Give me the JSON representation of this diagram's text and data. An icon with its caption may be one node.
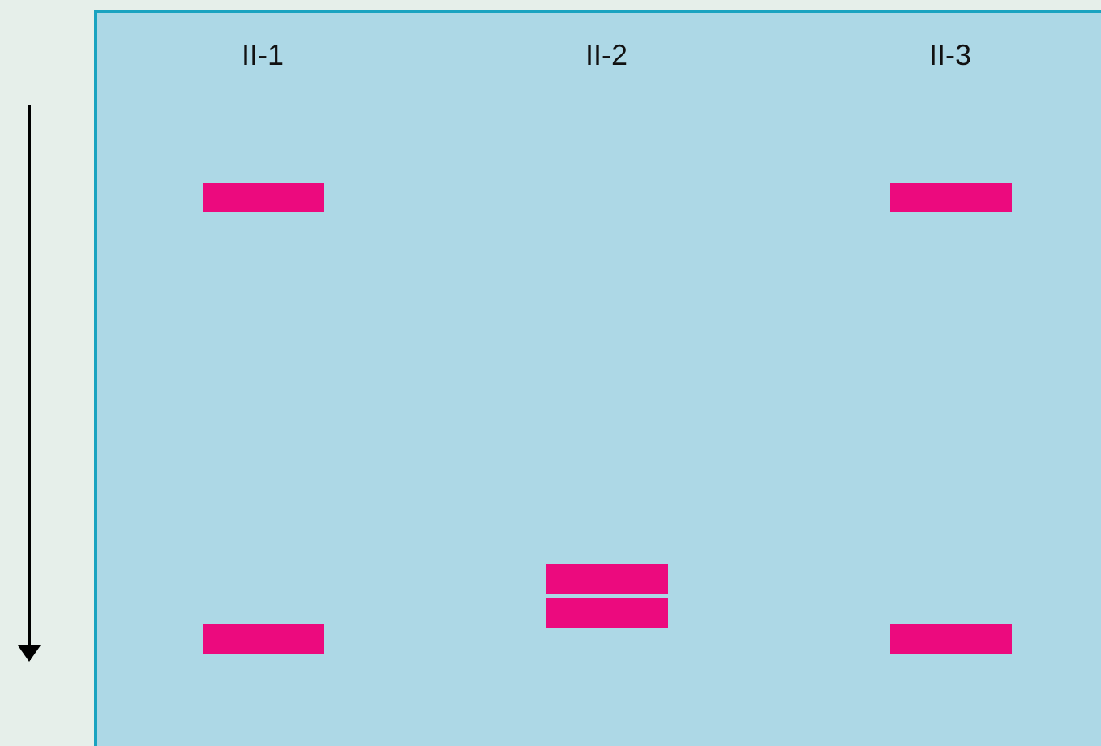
{
  "diagram": {
    "nodes": [
      {
        "text": [],
        "shape": "bar"
      },
      {
        "text": [],
        "shape": "bar"
      },
      {
        "text": [],
        "shape": "bar"
      },
      {
        "text": [],
        "shape": "bar"
      },
      {
        "text": [],
        "shape": "bar"
      },
      {
        "text": [],
        "shape": "bar"
      }
    ],
    "labels": [
      "II-1",
      "II-2",
      "II-3"
    ]
  }
}
